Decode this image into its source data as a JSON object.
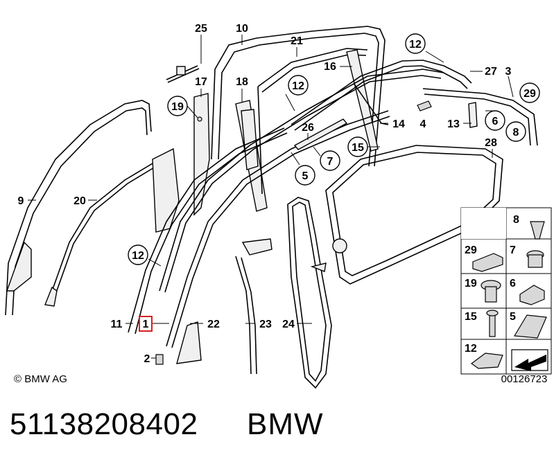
{
  "copyright": "© BMW AG",
  "drawing_number": "00126723",
  "footer": {
    "part_number": "51138208402",
    "brand": "BMW"
  },
  "labels": {
    "l25": "25",
    "l10": "10",
    "l21": "21",
    "l12a": "12",
    "l16": "16",
    "l27": "27",
    "l3": "3",
    "l29": "29",
    "l17": "17",
    "l18": "18",
    "l19": "19",
    "l12b": "12",
    "l26": "26",
    "l14": "14",
    "l4": "4",
    "l13": "13",
    "l6": "6",
    "l8": "8",
    "l7": "7",
    "l15": "15",
    "l28": "28",
    "l5": "5",
    "l9": "9",
    "l20": "20",
    "l12c": "12",
    "l11": "11",
    "l1": "1",
    "l22": "22",
    "l23": "23",
    "l24": "24",
    "l2": "2"
  },
  "legend": {
    "items": [
      {
        "num": "8"
      },
      {
        "num": "29"
      },
      {
        "num": "7"
      },
      {
        "num": "19"
      },
      {
        "num": "6"
      },
      {
        "num": "15"
      },
      {
        "num": "5"
      },
      {
        "num": "12"
      }
    ]
  },
  "highlight_color": "#d62020"
}
